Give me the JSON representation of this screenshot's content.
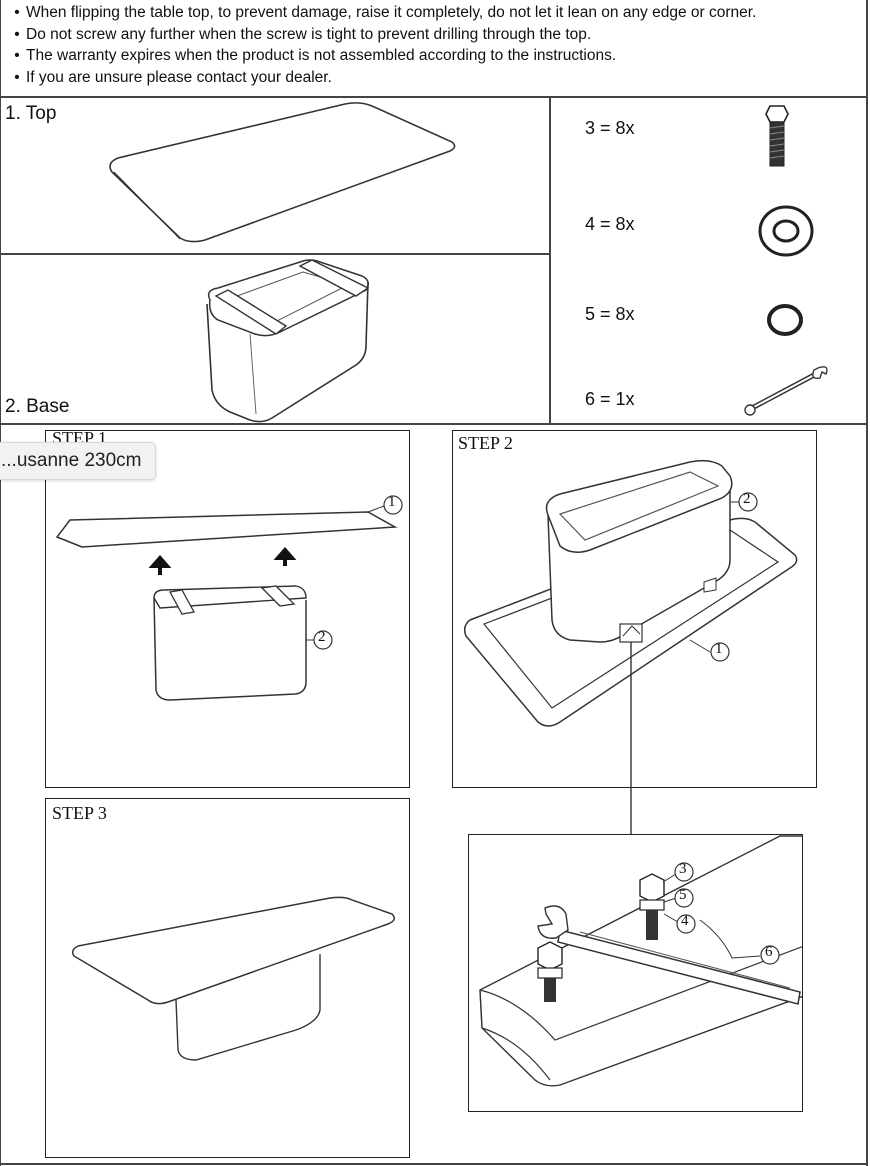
{
  "notes": [
    "When flipping the table top, to prevent damage, raise it completely, do not let it lean on any edge or corner.",
    "Do not screw any further when the screw is tight to prevent drilling through the top.",
    "The warranty expires when the product is not assembled according to the instructions.",
    "If you are unsure please contact your dealer."
  ],
  "parts": {
    "top_label": "1. Top",
    "base_label": "2. Base",
    "hardware": [
      {
        "label": "3 = 8x",
        "icon": "bolt-icon"
      },
      {
        "label": "4 = 8x",
        "icon": "large-washer-icon"
      },
      {
        "label": "5 = 8x",
        "icon": "small-washer-icon"
      },
      {
        "label": "6 = 1x",
        "icon": "wrench-icon"
      }
    ]
  },
  "steps": {
    "step1": "STEP 1",
    "step2": "STEP 2",
    "step3": "STEP 3"
  },
  "callouts": {
    "one": "1",
    "two": "2",
    "three": "3",
    "four": "4",
    "five": "5",
    "six": "6"
  },
  "tooltip": "...usanne 230cm"
}
